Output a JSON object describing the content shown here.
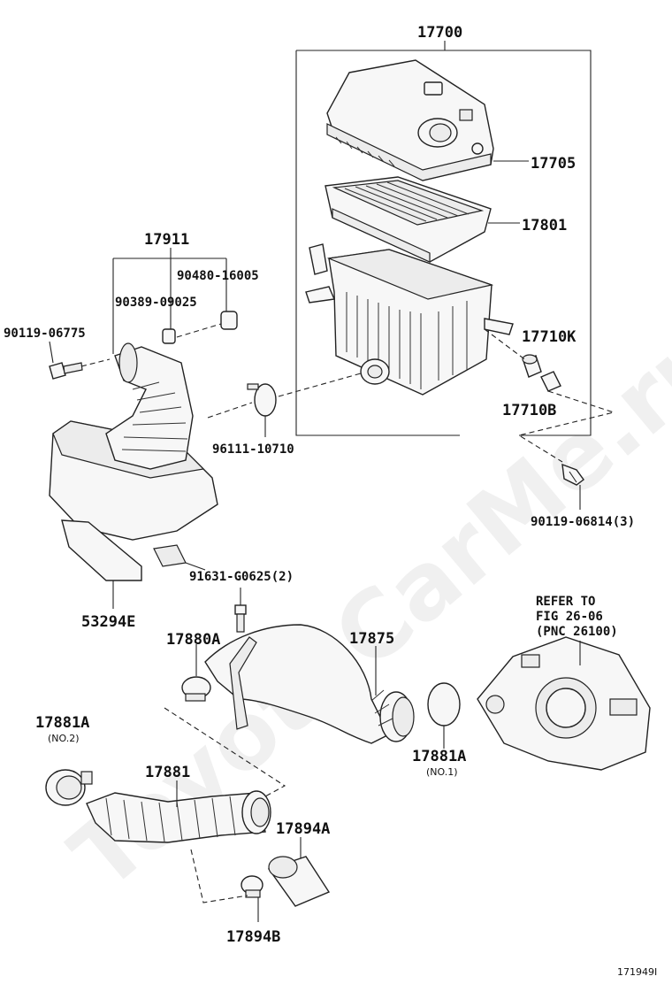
{
  "watermark": "ToyotaCarMe.ru",
  "diagram_id": "171949I",
  "labels": {
    "p17700": "17700",
    "p17705": "17705",
    "p17801": "17801",
    "p17911": "17911",
    "p90480": "90480-16005",
    "p90389": "90389-09025",
    "p90119a": "90119-06775",
    "p17710k": "17710K",
    "p17710b": "17710B",
    "p96111": "96111-10710",
    "p90119b": "90119-06814(3)",
    "p91631": "91631-G0625(2)",
    "p53294e": "53294E",
    "p17880a": "17880A",
    "p17875": "17875",
    "p17881a_top": "17881A",
    "p17881a_top_note": "(NO.2)",
    "p17881a_bot": "17881A",
    "p17881a_bot_note": "(NO.1)",
    "p17881": "17881",
    "p17894a": "17894A",
    "p17894b": "17894B",
    "refer1": "REFER TO",
    "refer2": "FIG 26-06",
    "refer3": "(PNC 26100)"
  }
}
